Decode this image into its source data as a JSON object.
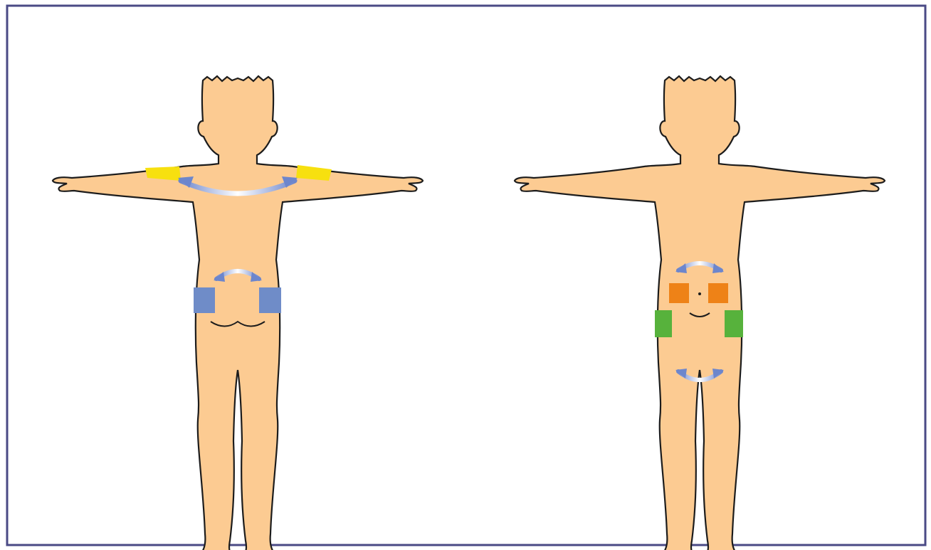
{
  "colors": {
    "frame": "#4a4a85",
    "background": "#ffffff",
    "skin": "#fccb92",
    "outline": "#1c1c1c",
    "arm_site": "#f7e00f",
    "buttock_site_front": "#6f8cc8",
    "abdomen_site": "#ee8217",
    "thigh_site": "#57b23c",
    "rotation_arrow": "#7f96d2",
    "rotation_arrow_highlight": "#ffffff"
  },
  "figures": [
    {
      "view": "figure-left",
      "sites": [
        {
          "name": "left-arm-site",
          "color_key": "arm_site"
        },
        {
          "name": "right-arm-site",
          "color_key": "arm_site"
        },
        {
          "name": "left-buttock-site",
          "color_key": "buttock_site_front"
        },
        {
          "name": "right-buttock-site",
          "color_key": "buttock_site_front"
        }
      ],
      "rotation_arrows": [
        "upper-arm-rotation-arrow",
        "buttock-rotation-arrow"
      ]
    },
    {
      "view": "figure-right",
      "sites": [
        {
          "name": "left-abdomen-site",
          "color_key": "abdomen_site"
        },
        {
          "name": "right-abdomen-site",
          "color_key": "abdomen_site"
        },
        {
          "name": "left-thigh-site",
          "color_key": "thigh_site"
        },
        {
          "name": "right-thigh-site",
          "color_key": "thigh_site"
        }
      ],
      "rotation_arrows": [
        "abdomen-rotation-arrow",
        "thigh-rotation-arrow"
      ]
    }
  ]
}
